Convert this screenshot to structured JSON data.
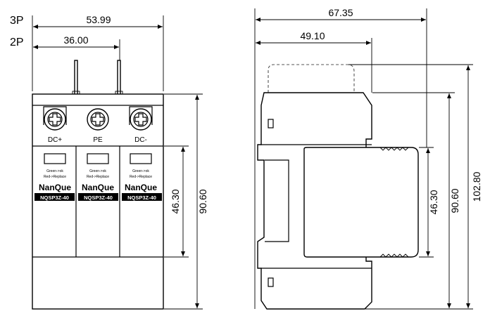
{
  "front_view": {
    "dims": {
      "width_3p": "53.99",
      "width_2p": "36.00",
      "window_height": "46.30",
      "body_height": "90.60"
    },
    "pole_labels": {
      "three_pole": "3P",
      "two_pole": "2P"
    },
    "terminals": [
      "DC+",
      "PE",
      "DC-"
    ],
    "modules": [
      {
        "line1": "Green->ok",
        "line2": "Red->Replace",
        "brand": "NanQue",
        "model": "NQSP3Z-40"
      },
      {
        "line1": "Green->ok",
        "line2": "Red->Replace",
        "brand": "NanQue",
        "model": "NQSP3Z-40"
      },
      {
        "line1": "Green->ok",
        "line2": "Red->Replace",
        "brand": "NanQue",
        "model": "NQSP3Z-40"
      }
    ]
  },
  "side_view": {
    "dims": {
      "depth_total": "67.35",
      "depth_module": "49.10",
      "module_height": "46.30",
      "body_height": "90.60",
      "overall_height": "102.80"
    }
  },
  "colors": {
    "line": "#000000",
    "hidden_outline": "#555555",
    "background": "#ffffff"
  }
}
